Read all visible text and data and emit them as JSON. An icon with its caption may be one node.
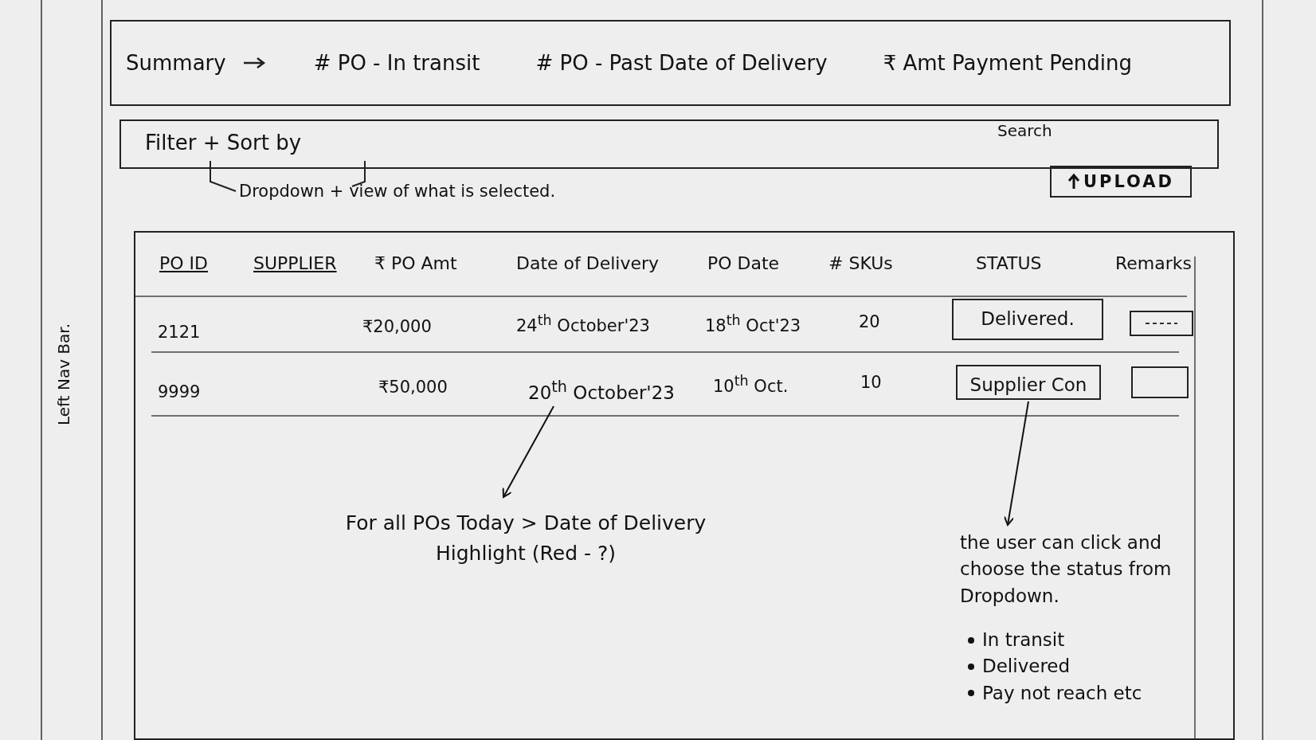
{
  "diagram": {
    "nodes": [
      {
        "text": [
          "Summary",
          "# PO - In transit",
          "# PO - Past Date of Delivery",
          "₹ Amt Payment Pending"
        ]
      },
      {
        "text": [
          "Filter + Sort by",
          "Search"
        ]
      },
      {
        "text": [
          "UPLOAD"
        ]
      },
      {
        "text": [],
        "shape": "box"
      },
      {
        "text": [
          "20$^{th}$ October'23"
        ],
        "in": 3
      },
      {
        "text": [
          "Delivered."
        ],
        "in": 3
      },
      {
        "text": [],
        "shape": "box",
        "in": 3
      },
      {
        "text": [
          "Supplier Con"
        ],
        "in": 3
      },
      {
        "text": [],
        "shape": "box",
        "in": 3
      },
      {
        "text": [
          "For all POs Today > Date of Delivery Highlight (Red - ?)"
        ],
        "in": 3
      },
      {
        "text": [
          "the user can click and choose the status from Dropdown.",
          "In transit",
          "Delivered",
          "Pay not reach etc"
        ],
        "in": 3
      }
    ],
    "edges": [
      {
        "from": 4,
        "to": 9,
        "arrow": "to"
      },
      {
        "from": 7,
        "to": 10,
        "arrow": "to"
      }
    ],
    "labels": [
      "Left Nav Bar.",
      "Dropdown + view of what is selected.",
      "PO ID",
      "SUPPLIER",
      "₹ PO Amt",
      "Date of Delivery",
      "PO Date",
      "# SKUs",
      "STATUS",
      "Remarks",
      "2121",
      "₹20,000",
      "24$^{th}$ October'23",
      "18$^{th}$ Oct'23",
      "20",
      "9999",
      "₹50,000",
      "10$^{th}$ Oct.",
      "10"
    ]
  }
}
